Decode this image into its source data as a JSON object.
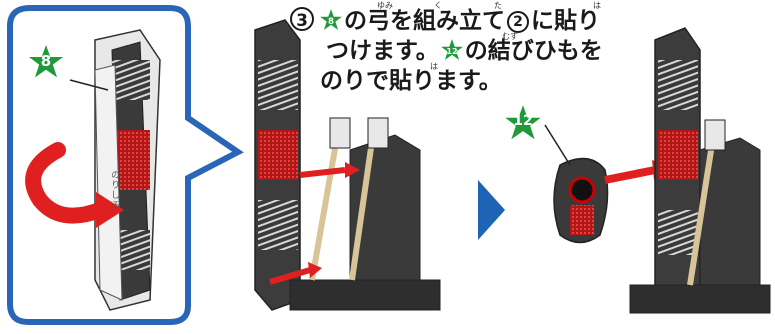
{
  "instruction": {
    "step_number": "3",
    "line1_part1": "の弓を組み立て",
    "circle_ref": "2",
    "line1_part2": "に貼り",
    "line2_part1": "つけます。",
    "line2_part2": "の結びひもを",
    "line3": "のりで貼ります。",
    "ruby": {
      "yumi": "ゆみ",
      "ku": "く",
      "ta": "た",
      "ha1": "は",
      "musu": "むす",
      "ha2": "は"
    }
  },
  "badges": {
    "part_a": "8",
    "part_b": "12"
  },
  "callout_label": "のりしろ",
  "colors": {
    "badge_green": "#1f9a3a",
    "callout_blue": "#2a66b8",
    "arrow_red": "#e02020",
    "next_blue": "#1e63b4"
  }
}
